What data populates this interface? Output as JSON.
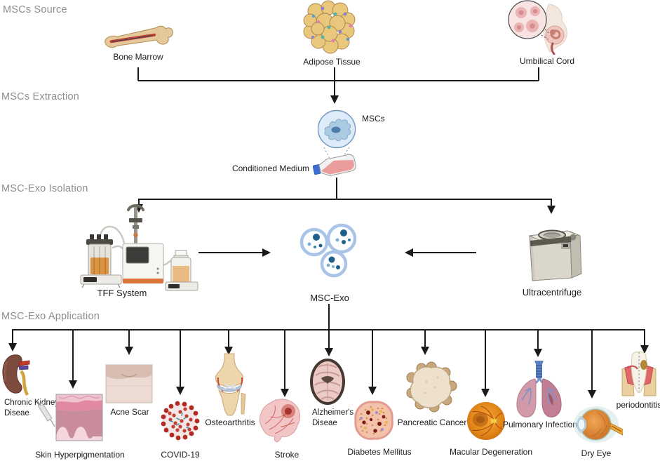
{
  "sections": {
    "source": "MSCs Source",
    "extraction": "MSCs Extraction",
    "isolation": "MSC-Exo Isolation",
    "application": "MSC-Exo Application"
  },
  "sources": [
    {
      "label": "Bone Marrow"
    },
    {
      "label": "Adipose Tissue"
    },
    {
      "label": "Umbilical Cord"
    }
  ],
  "extraction": {
    "cell_label": "MSCs",
    "medium_label": "Conditioned Medium"
  },
  "isolation": {
    "tff_label": "TFF System",
    "exo_label": "MSC-Exo",
    "ultra_label": "Ultracentrifuge"
  },
  "applications": [
    {
      "label": "Chronic Kidney\nDiseae"
    },
    {
      "label": "Skin Hyperpigmentation"
    },
    {
      "label": "Acne Scar"
    },
    {
      "label": "COVID-19"
    },
    {
      "label": "Osteoarthritis"
    },
    {
      "label": "Stroke"
    },
    {
      "label": "Alzheimer's\nDiseae"
    },
    {
      "label": "Diabetes Mellitus"
    },
    {
      "label": "Pancreatic Cancer"
    },
    {
      "label": "Macular Degeneration"
    },
    {
      "label": "Pulmonary Infection"
    },
    {
      "label": "Dry Eye"
    },
    {
      "label": "periodontitis"
    }
  ],
  "colors": {
    "line": "#1a1a1a",
    "header": "#8e8e8e",
    "label": "#1b1b1b",
    "exosome_ring": "#a9c4e6",
    "exosome_dot": "#1f5f8b"
  }
}
